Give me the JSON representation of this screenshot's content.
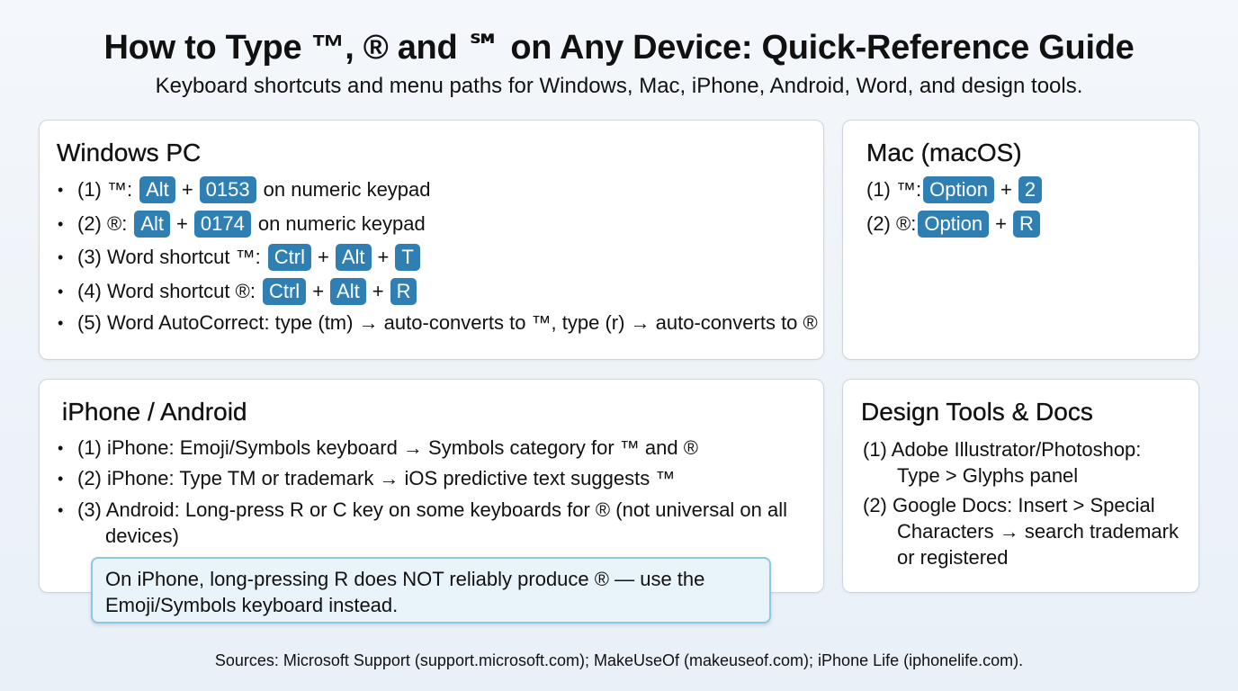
{
  "header": {
    "title": "How to Type ™, ® and ℠ on Any Device: Quick-Reference Guide",
    "subtitle": "Keyboard shortcuts and menu paths for Windows, Mac, iPhone, Android, Word, and design tools."
  },
  "windows": {
    "heading": "Windows PC",
    "l1": {
      "prefix": "(1) ™:",
      "k1": "Alt",
      "k2": "0153",
      "suffix": "on numeric keypad"
    },
    "l2": {
      "prefix": "(2) ®:",
      "k1": "Alt",
      "k2": "0174",
      "suffix": "on numeric keypad"
    },
    "l3": {
      "prefix": "(3) Word shortcut ™:",
      "k1": "Ctrl",
      "k2": "Alt",
      "k3": "T"
    },
    "l4": {
      "prefix": "(4) Word shortcut ®:",
      "k1": "Ctrl",
      "k2": "Alt",
      "k3": "R"
    },
    "l5": "(5) Word AutoCorrect: type (tm) → auto-converts to ™, type (r) → auto-converts to ®"
  },
  "mac": {
    "heading": "Mac (macOS)",
    "l1": {
      "prefix": "(1) ™:",
      "k1": "Option",
      "k2": "2"
    },
    "l2": {
      "prefix": "(2) ®:",
      "k1": "Option",
      "k2": "R"
    }
  },
  "mobile": {
    "heading": "iPhone / Android",
    "l1": "(1) iPhone: Emoji/Symbols keyboard → Symbols category for ™ and ®",
    "l2": "(2) iPhone: Type TM or trademark → iOS predictive text suggests ™",
    "l3a": "(3) Android: Long-press R or C key on some keyboards for ® (not universal on all",
    "l3b": "devices)"
  },
  "design": {
    "heading": "Design Tools & Docs",
    "l1a": "(1) Adobe Illustrator/Photoshop:",
    "l1b": "Type > Glyphs panel",
    "l2a": "(2) Google Docs: Insert > Special",
    "l2b": "Characters → search trademark",
    "l2c": "or registered"
  },
  "callout": {
    "line1": "On iPhone, long-pressing R does NOT reliably produce ® — use the",
    "line2": "Emoji/Symbols keyboard instead."
  },
  "sources": "Sources: Microsoft Support (support.microsoft.com); MakeUseOf (makeuseof.com); iPhone Life (iphonelife.com).",
  "colors": {
    "key": "#2f7fb2",
    "callout_border": "#8cc7e4",
    "callout_bg": "#e9f4fa"
  }
}
